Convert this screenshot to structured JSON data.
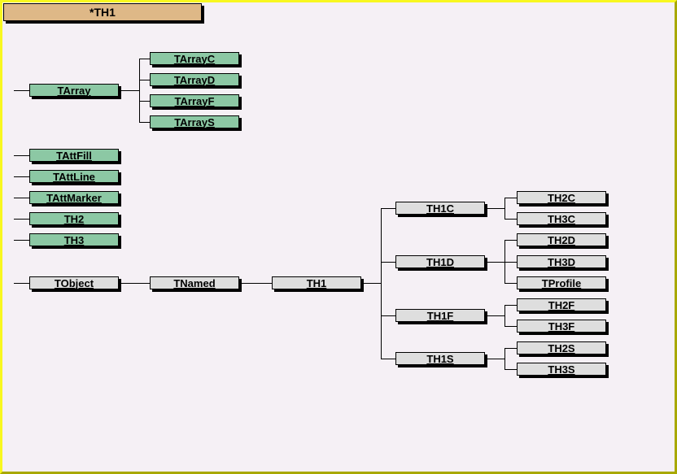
{
  "diagram_title": "*TH1",
  "colors": {
    "page-bg": "#f5f0f5",
    "border-light": "#f8f820",
    "border-dark": "#a8a800",
    "node-green": "#8cc8a4",
    "node-gray": "#dedede",
    "title-fill": "#deb887",
    "line": "#000000"
  },
  "nodes": {
    "tarray": {
      "label": "TArray"
    },
    "tarrayc": {
      "label": "TArrayC"
    },
    "tarrayd": {
      "label": "TArrayD"
    },
    "tarrayf": {
      "label": "TArrayF"
    },
    "tarrays": {
      "label": "TArrayS"
    },
    "tattfill": {
      "label": "TAttFill"
    },
    "tattline": {
      "label": "TAttLine"
    },
    "tattmarker": {
      "label": "TAttMarker"
    },
    "th2": {
      "label": "TH2"
    },
    "th3": {
      "label": "TH3"
    },
    "tobject": {
      "label": "TObject"
    },
    "tnamed": {
      "label": "TNamed"
    },
    "th1": {
      "label": "TH1"
    },
    "th1c": {
      "label": "TH1C"
    },
    "th1d": {
      "label": "TH1D"
    },
    "th1f": {
      "label": "TH1F"
    },
    "th1s": {
      "label": "TH1S"
    },
    "th2c": {
      "label": "TH2C"
    },
    "th3c": {
      "label": "TH3C"
    },
    "th2d": {
      "label": "TH2D"
    },
    "th3d": {
      "label": "TH3D"
    },
    "tprofile": {
      "label": "TProfile"
    },
    "th2f": {
      "label": "TH2F"
    },
    "th3f": {
      "label": "TH3F"
    },
    "th2s": {
      "label": "TH2S"
    },
    "th3s": {
      "label": "TH3S"
    }
  },
  "hierarchy": {
    "TArray": [
      "TArrayC",
      "TArrayD",
      "TArrayF",
      "TArrayS"
    ],
    "TObject": [
      "TNamed"
    ],
    "TNamed": [
      "TH1"
    ],
    "TH1": [
      "TH1C",
      "TH1D",
      "TH1F",
      "TH1S"
    ],
    "TH1C": [
      "TH2C",
      "TH3C"
    ],
    "TH1D": [
      "TH2D",
      "TH3D",
      "TProfile"
    ],
    "TH1F": [
      "TH2F",
      "TH3F"
    ],
    "TH1S": [
      "TH2S",
      "TH3S"
    ],
    "standalone_bases": [
      "TAttFill",
      "TAttLine",
      "TAttMarker",
      "TH2",
      "TH3"
    ]
  }
}
